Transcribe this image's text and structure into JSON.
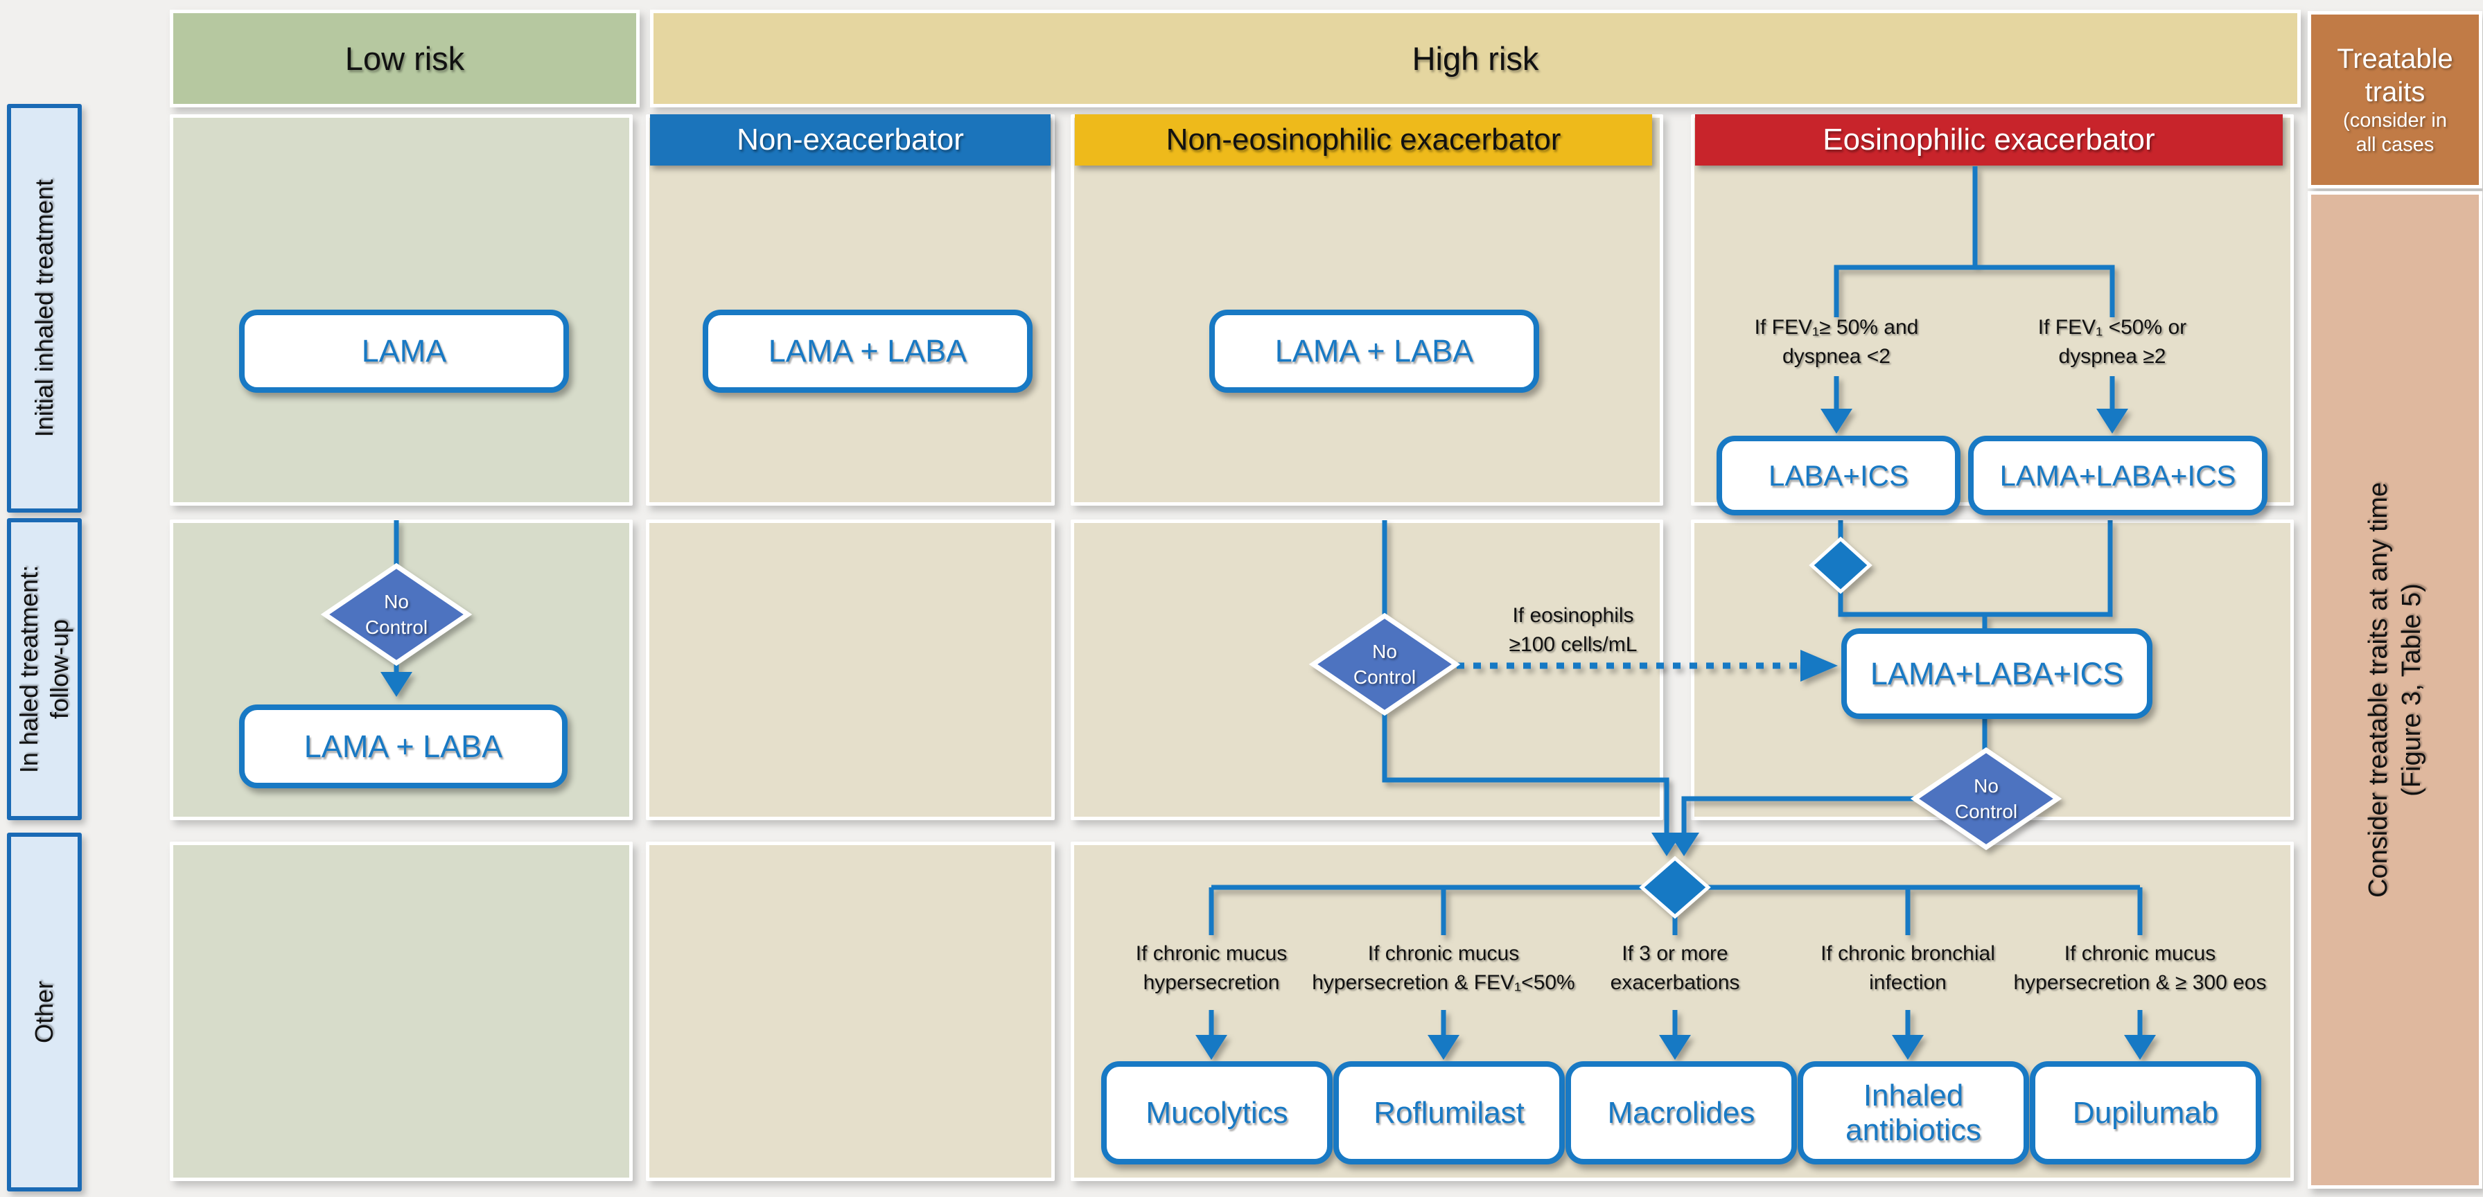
{
  "palette": {
    "flow_blue": "#1879c4",
    "decision_diamond_blue": "#4e73c0",
    "low_risk_header_green": "#b6c8a0",
    "low_risk_panel_green": "#d7dcca",
    "high_risk_header_tan": "#e5d6a0",
    "panel_beige": "#e5dfcb",
    "non_exacerbator_blue": "#1b74bb",
    "non_eosinophilic_yellow": "#eeba1b",
    "eosinophilic_red": "#c8242b",
    "treatable_traits_orange": "#c17b46",
    "sidebar_salmon": "#dfb89e",
    "row_label_bg": "#dce9f6",
    "row_label_border": "#1a6ab5"
  },
  "headers": {
    "low_risk": "Low risk",
    "high_risk": "High risk"
  },
  "treatable_traits_box": {
    "title": "Treatable\ntraits",
    "subtitle": "(consider in\nall cases"
  },
  "right_sidebar": {
    "label": "Consider treatable traits at any time\n(Figure 3, Table 5)"
  },
  "row_labels": {
    "initial": "Initial inhaled treatment",
    "followup": "In haled treatment:\nfollow-up",
    "other": "Other"
  },
  "column_headers": {
    "non_exacerbator": "Non-exacerbator",
    "non_eosinophilic": "Non-eosinophilic exacerbator",
    "eosinophilic": "Eosinophilic exacerbator"
  },
  "initial_row": {
    "low_risk_treatment": "LAMA",
    "non_exacerbator_treatment": "LAMA + LABA",
    "non_eosinophilic_treatment": "LAMA + LABA",
    "eosinophilic": {
      "left_condition": "If FEV₁≥ 50% and\ndyspnea <2",
      "left_treatment": "LABA+ICS",
      "right_condition": "If FEV₁ <50% or\ndyspnea ≥2",
      "right_treatment": "LAMA+LABA+ICS"
    }
  },
  "followup_row": {
    "low_risk_decision": "No\nControl",
    "low_risk_treatment": "LAMA + LABA",
    "non_eosinophilic_decision": "No\nControl",
    "eosinophil_note": "If eosinophils\n≥100 cells/mL",
    "eosinophilic_treatment": "LAMA+LABA+ICS",
    "eosinophilic_decision": "No\nControl"
  },
  "other_row": {
    "branches": [
      {
        "condition": "If chronic mucus\nhypersecretion",
        "treatment": "Mucolytics"
      },
      {
        "condition": "If chronic mucus\nhypersecretion & FEV₁<50%",
        "treatment": "Roflumilast"
      },
      {
        "condition": "If 3 or more\nexacerbations",
        "treatment": "Macrolides"
      },
      {
        "condition": "If chronic bronchial\ninfection",
        "treatment": "Inhaled\nantibiotics"
      },
      {
        "condition": "If chronic mucus\nhypersecretion & ≥ 300 eos",
        "treatment": "Dupilumab"
      }
    ]
  }
}
